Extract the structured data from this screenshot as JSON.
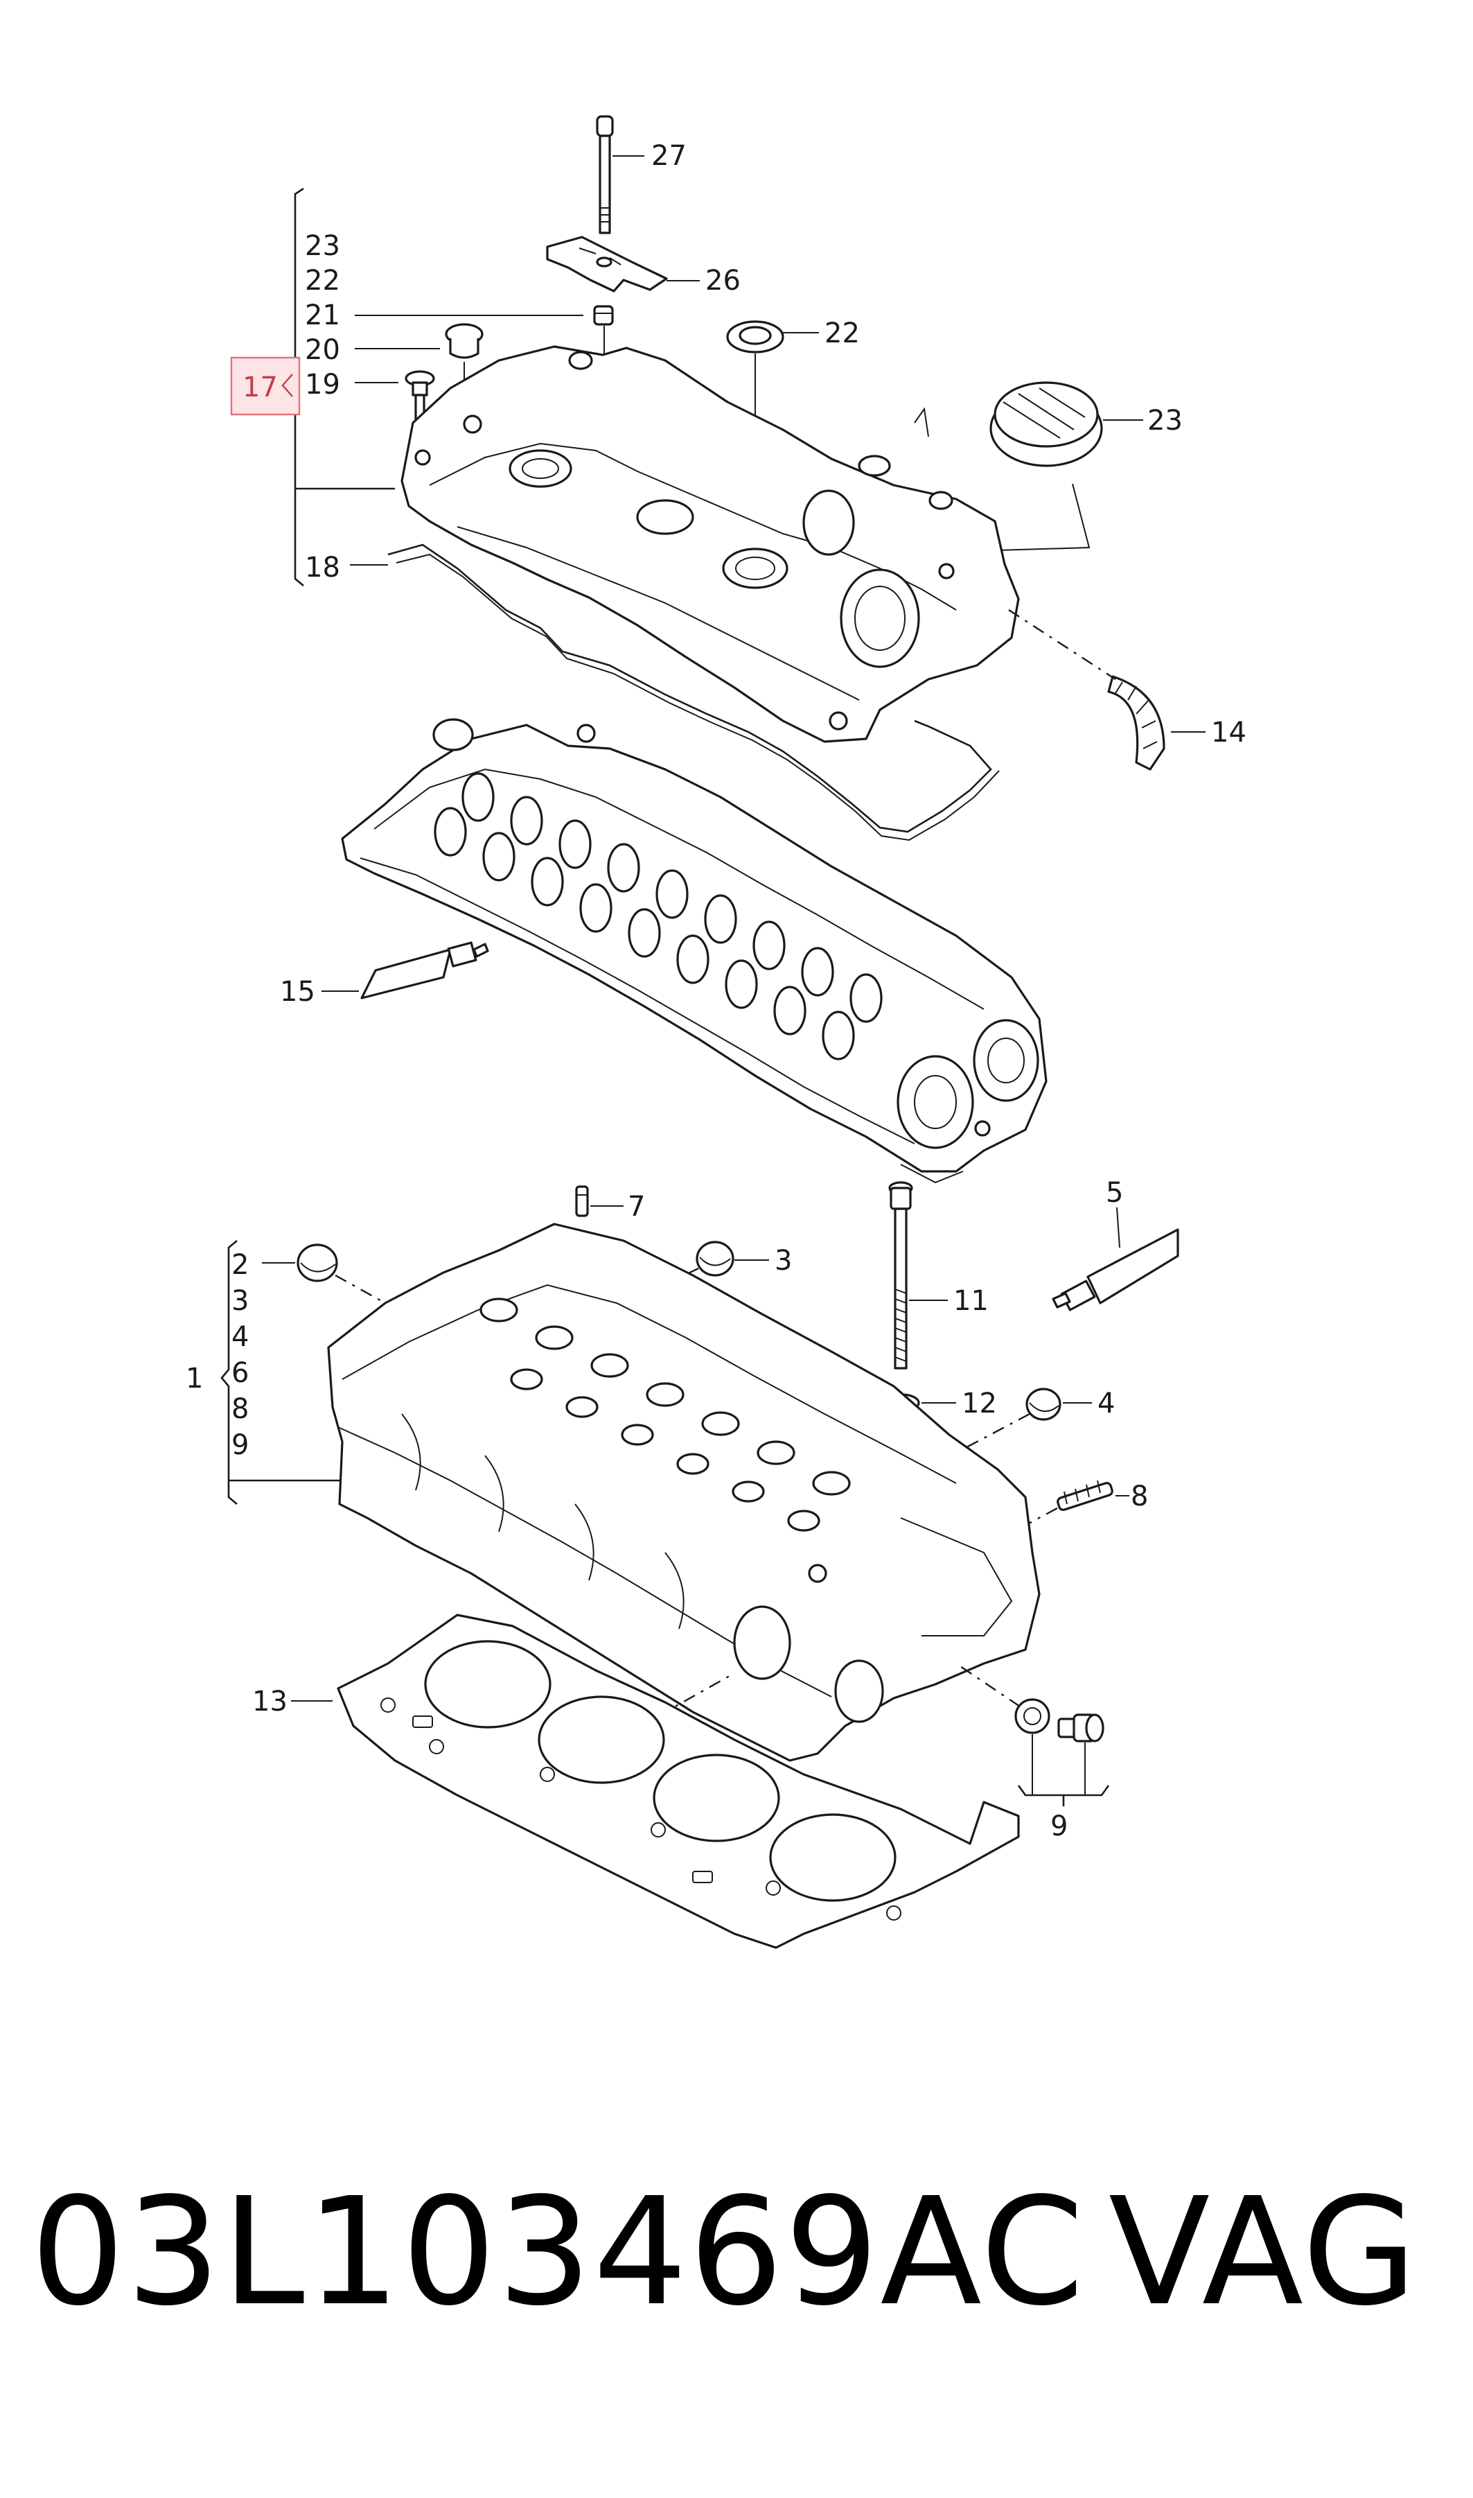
{
  "diagram": {
    "callouts": {
      "c1": "1",
      "c2": "2",
      "c3": "3",
      "c4": "4",
      "c5": "5",
      "c6": "6",
      "c7": "7",
      "c8": "8",
      "c9": "9",
      "c11": "11",
      "c12": "12",
      "c13": "13",
      "c14": "14",
      "c15": "15",
      "c17": "17",
      "c18": "18",
      "c19": "19",
      "c20": "20",
      "c21": "21",
      "c22": "22",
      "c23": "23",
      "c26": "26",
      "c27": "27"
    },
    "group_17": {
      "items": [
        "23",
        "22",
        "21",
        "20",
        "19"
      ],
      "highlight_color": "#e0707a"
    },
    "group_1": {
      "items": [
        "2",
        "3",
        "4",
        "6",
        "8",
        "9"
      ]
    }
  },
  "footer": {
    "part_number": "03L103469AC",
    "brand": "VAG"
  }
}
